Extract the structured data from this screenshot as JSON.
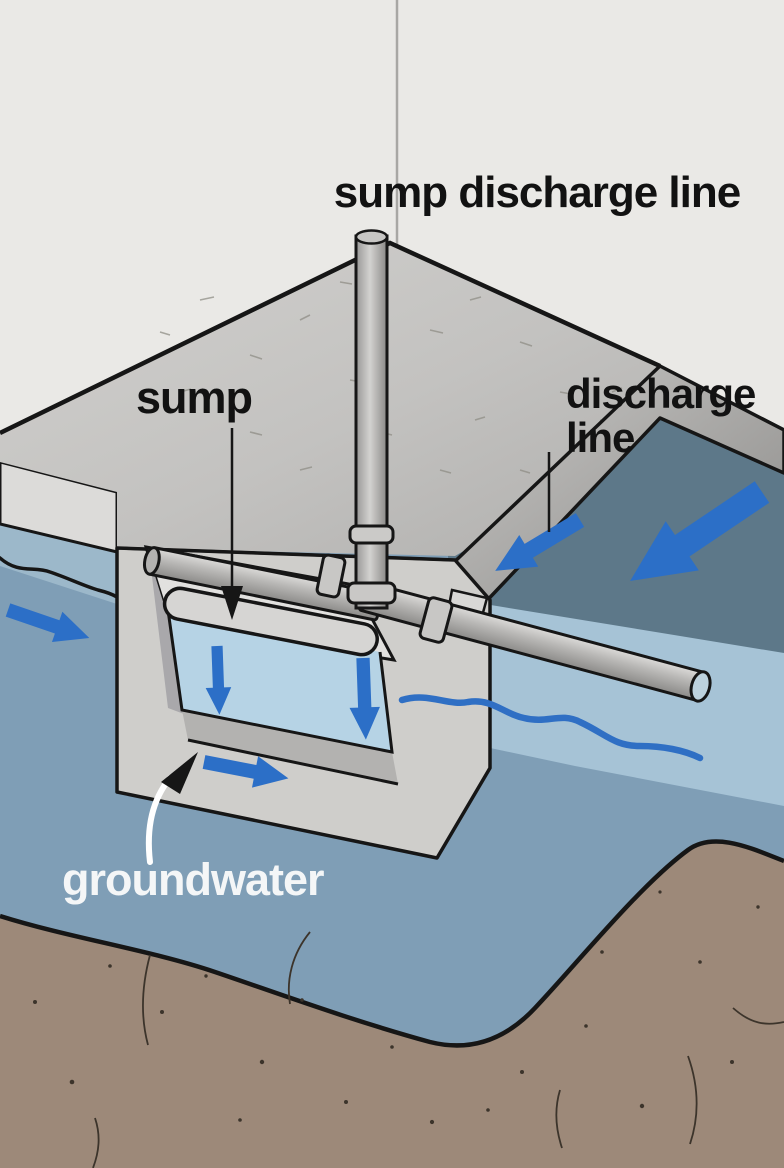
{
  "labels": {
    "title": "sump discharge line",
    "sump": "sump",
    "discharge_line": "discharge line",
    "groundwater": "groundwater"
  },
  "palette": {
    "wall": "#eae9e6",
    "slab-face": "#dcdbd9",
    "block-face": "#cfcecb",
    "pit-wall": "#a9a8ab",
    "pit-back": "#e2e1df",
    "pit-floor": "#b3b2b0",
    "pit-water": "#b6d3e5",
    "water-left-light": "#9cb8ca",
    "water-main": "#7f9eb6",
    "water-dark": "#5d7889",
    "water-panel": "#a6c3d6",
    "soil": "#9d8979",
    "soil-speckle": "#3c342b",
    "outline": "#161616",
    "arrow-blue": "#2c6fc7",
    "water-table-blue": "#2f6fc4",
    "label-dark": "#121212",
    "label-light": "#f4f6f7"
  }
}
